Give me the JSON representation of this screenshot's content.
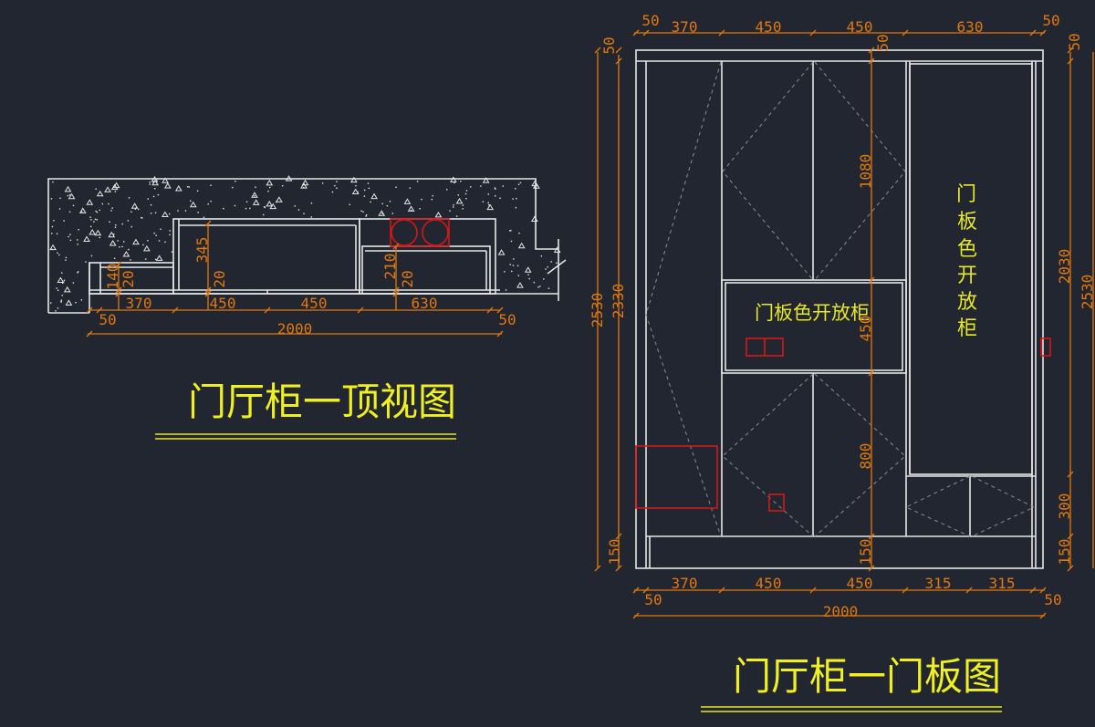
{
  "top_view": {
    "title": "门厅柜一顶视图",
    "width_dims": [
      "370",
      "450",
      "450",
      "630"
    ],
    "end_dims": [
      "50",
      "50"
    ],
    "total": "2000",
    "depth_dims": [
      "140",
      "20",
      "345",
      "20",
      "210",
      "20"
    ]
  },
  "front_view": {
    "title": "门厅柜一门板图",
    "top_dims": [
      "50",
      "370",
      "450",
      "450",
      "630",
      "50"
    ],
    "bottom_dims": [
      "370",
      "450",
      "450",
      "315",
      "315"
    ],
    "bottom_end_dims": [
      "50",
      "50"
    ],
    "total": "2000",
    "left_dims": [
      "50",
      "2330",
      "2530",
      "150"
    ],
    "center_dims": [
      "50",
      "1080",
      "450",
      "800",
      "150"
    ],
    "right_dims": [
      "50",
      "2030",
      "300",
      "150",
      "2530"
    ],
    "open_shelf_label": "门板色开放柜",
    "tall_open_label": [
      "门",
      "板",
      "色",
      "开",
      "放",
      "柜"
    ]
  },
  "colors": {
    "background": "#212630",
    "line": "#e6e6e6",
    "dimension": "#e0780f",
    "text": "#f0f020",
    "marker": "#d41818"
  }
}
